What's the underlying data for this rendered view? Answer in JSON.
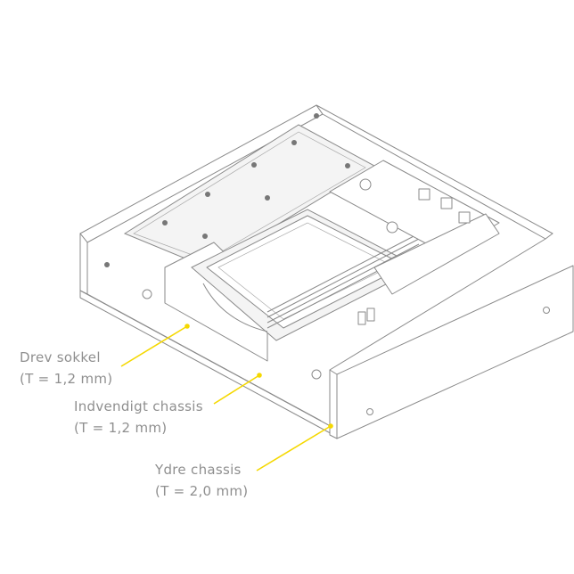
{
  "colors": {
    "leader": "#f5d800",
    "line": "#8a8a8a",
    "text": "#8f8f8f"
  },
  "labels": [
    {
      "name": "Drev sokkel",
      "spec": "(T = 1,2 mm)"
    },
    {
      "name": "Indvendigt chassis",
      "spec": "(T = 1,2 mm)"
    },
    {
      "name": "Ydre chassis",
      "spec": "(T = 2,0 mm)"
    }
  ]
}
